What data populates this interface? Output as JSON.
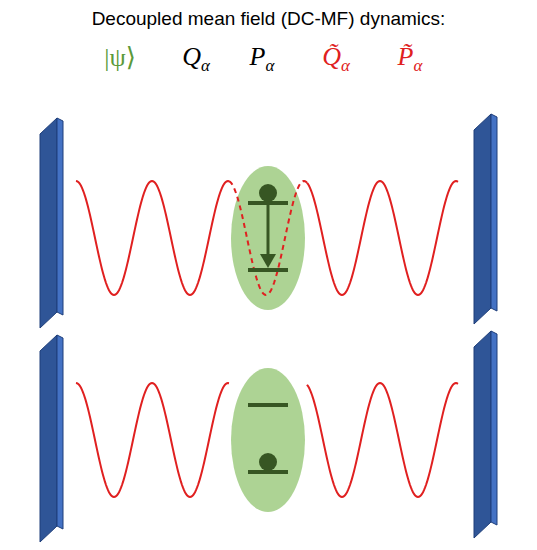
{
  "diagram": {
    "title": "Decoupled mean field (DC-MF) dynamics:",
    "labels": [
      "|ψ⟩",
      "Qα",
      "Pα",
      "Q̃α",
      "P̃α"
    ]
  }
}
